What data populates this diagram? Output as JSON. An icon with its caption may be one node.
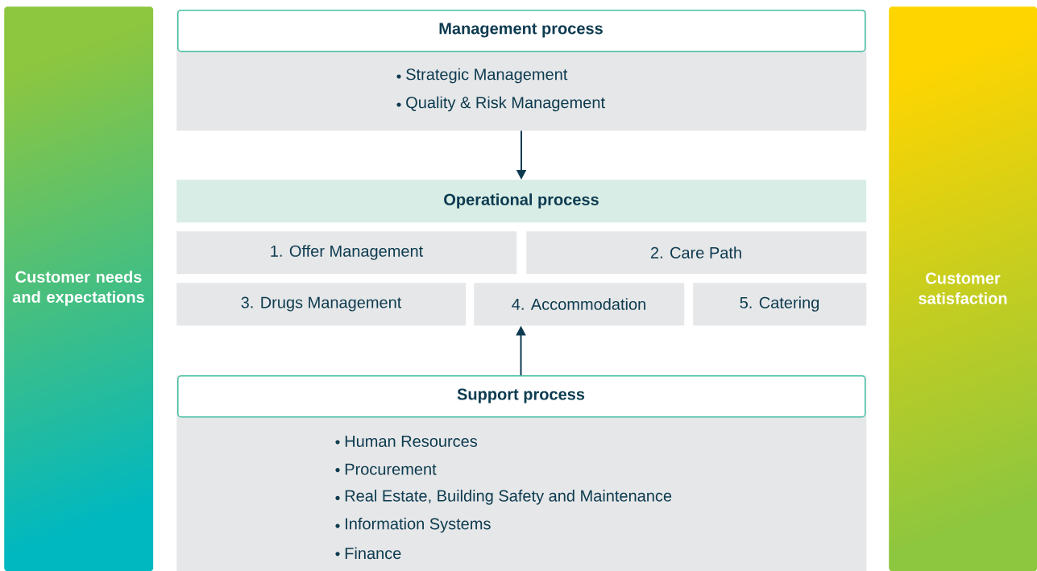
{
  "diagram": {
    "nodes": [
      {
        "text": [
          "Customer needs and expectations"
        ]
      },
      {
        "text": [
          "Strategic Management",
          "Quality & Risk Management"
        ]
      },
      {
        "text": [
          "Management process"
        ],
        "in": 1
      },
      {
        "text": [
          "Operational process"
        ]
      },
      {
        "text": [
          "1. Offer Management"
        ]
      },
      {
        "text": [
          "2. Care Path"
        ]
      },
      {
        "text": [
          "3. Drugs Management"
        ]
      },
      {
        "text": [
          "4. Accommodation"
        ]
      },
      {
        "text": [
          "5. Catering"
        ]
      },
      {
        "text": [
          "Human Resources",
          "Procurement",
          "Real Estate, Building Safety and Maintenance",
          "Information Systems",
          "Finance"
        ]
      },
      {
        "text": [
          "Support process"
        ],
        "in": 9
      },
      {
        "text": [
          "Customer satisfaction"
        ]
      }
    ],
    "edges": [
      {
        "from": 1,
        "to": 3,
        "arrow": "to"
      },
      {
        "from": 10,
        "to": 7,
        "arrow": "to"
      }
    ]
  }
}
